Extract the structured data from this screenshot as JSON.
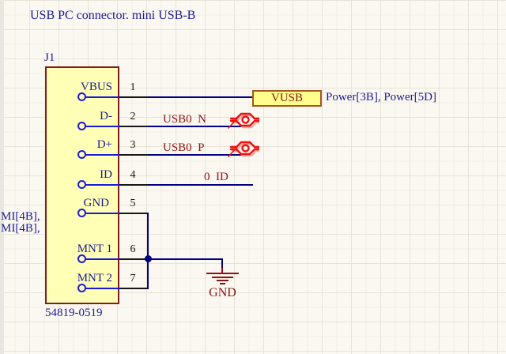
{
  "sheet": {
    "title": "USB PC connector. mini USB-B",
    "clipped_left_text": {
      "line1": "MI[4B],",
      "line2": "MI[4B],"
    }
  },
  "component": {
    "refdes": "J1",
    "part_number": "54819-0519",
    "pins": [
      {
        "name": "VBUS",
        "number": "1"
      },
      {
        "name": "D-",
        "number": "2"
      },
      {
        "name": "D+",
        "number": "3"
      },
      {
        "name": "ID",
        "number": "4"
      },
      {
        "name": "GND",
        "number": "5"
      },
      {
        "name": "MNT 1",
        "number": "6"
      },
      {
        "name": "MNT 2",
        "number": "7"
      }
    ]
  },
  "nets": {
    "port": {
      "label": "VUSB",
      "annotation": "Power[3B], Power[5D]"
    },
    "labels": [
      {
        "text": "USB0  N"
      },
      {
        "text": "USB0  P"
      },
      {
        "text": "0  ID"
      }
    ],
    "ground_label": "GND"
  },
  "colors": {
    "background": "#FBF8F1",
    "grid_minor": "#F1EEE5",
    "grid_major": "#E7E3D8",
    "text_blue": "#1A1A99",
    "text_maroon": "#8C1414",
    "wire_blue": "#000080",
    "pin_blue": "#1A1ADF",
    "pin_black": "#161616",
    "body_fill": "#FFFFB5",
    "body_border": "#7E1D1D",
    "port_fill": "#FFFF8E",
    "port_border": "#A5551F",
    "diff_pair_red": "#ED1111",
    "ground_maroon": "#8B1212"
  }
}
